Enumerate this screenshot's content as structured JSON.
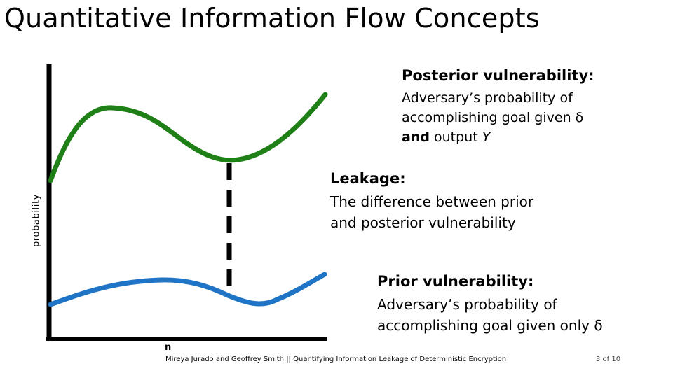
{
  "slide": {
    "title": "Quantitative Information Flow Concepts"
  },
  "diagram": {
    "y_axis_label": "probability",
    "x_axis_label": "n",
    "colors": {
      "posterior_curve": "#1e8016",
      "prior_curve": "#1f74c6",
      "axes": "#000000",
      "leakage_line": "#000000"
    },
    "posterior": {
      "heading": "Posterior vulnerability:",
      "line1": "Adversary’s probability of",
      "line2": "accomplishing goal given δ",
      "line3_bold": "and",
      "line3_rest": " output ",
      "line3_var": "Y"
    },
    "leakage": {
      "heading": "Leakage:",
      "line1": "The difference between prior",
      "line2": "and posterior vulnerability"
    },
    "prior": {
      "heading": "Prior vulnerability:",
      "line1": "Adversary’s probability of",
      "line2": "accomplishing goal given only δ"
    }
  },
  "footer": {
    "credit": "Mireya Jurado and Geoffrey Smith || Quantifying Information Leakage of Deterministic Encryption",
    "page": "3 of 10"
  }
}
